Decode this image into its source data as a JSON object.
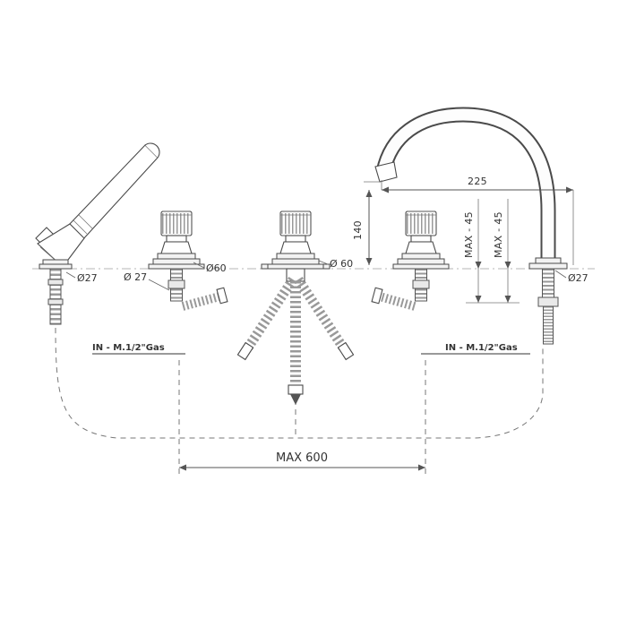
{
  "meta": {
    "background": "#ffffff",
    "line_color": "#4a4a4a",
    "dim_color": "#555555",
    "text_color": "#333333"
  },
  "labels": {
    "shower_base_diameter": "Ø27",
    "left_valve_tail_diameter": "Ø 27",
    "left_valve_flange_diameter": "Ø60",
    "center_flange_diameter": "Ø 60",
    "spout_reach": "225",
    "spout_height": "140",
    "max_deck_thickness_left": "MAX - 45",
    "max_deck_thickness_right": "MAX - 45",
    "spout_base_diameter": "Ø27",
    "inlet_left": "IN - M.1/2\"Gas",
    "inlet_right": "IN - M.1/2\"Gas",
    "max_span": "MAX 600"
  }
}
